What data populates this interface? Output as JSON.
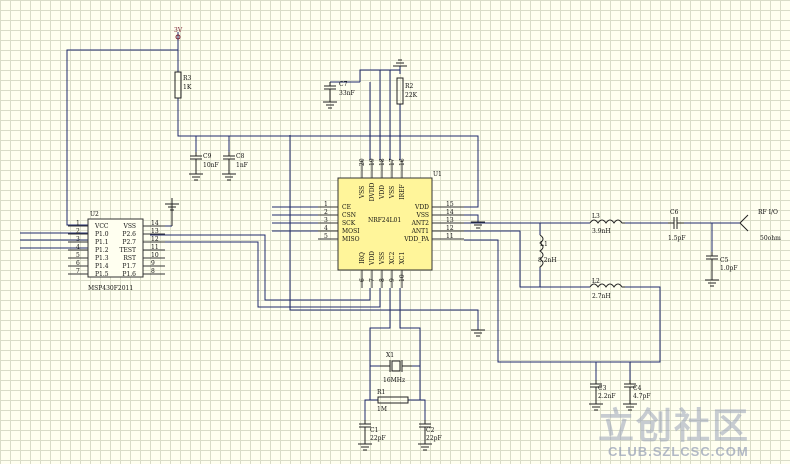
{
  "power": {
    "net": "3V"
  },
  "u1": {
    "ref": "U1",
    "name": "NRF24L01",
    "left_pins": [
      {
        "num": "1",
        "name": "CE"
      },
      {
        "num": "2",
        "name": "CSN"
      },
      {
        "num": "3",
        "name": "SCK"
      },
      {
        "num": "4",
        "name": "MOSI"
      },
      {
        "num": "5",
        "name": "MISO"
      }
    ],
    "right_pins": [
      {
        "num": "15",
        "name": "VDD"
      },
      {
        "num": "14",
        "name": "VSS"
      },
      {
        "num": "13",
        "name": "ANT2"
      },
      {
        "num": "12",
        "name": "ANT1"
      },
      {
        "num": "11",
        "name": "VDD_PA"
      }
    ],
    "top_pins": [
      {
        "num": "20",
        "name": "VSS"
      },
      {
        "num": "19",
        "name": "DVDD"
      },
      {
        "num": "18",
        "name": "VDD"
      },
      {
        "num": "17",
        "name": "VSS"
      },
      {
        "num": "16",
        "name": "IREF"
      }
    ],
    "bottom_pins": [
      {
        "num": "6",
        "name": "IRQ"
      },
      {
        "num": "7",
        "name": "VDD"
      },
      {
        "num": "8",
        "name": "VSS"
      },
      {
        "num": "9",
        "name": "XC2"
      },
      {
        "num": "10",
        "name": "XC1"
      }
    ]
  },
  "u2": {
    "ref": "U2",
    "name": "MSP430F2011",
    "left_pins": [
      {
        "num": "1",
        "name": "VCC"
      },
      {
        "num": "2",
        "name": "P1.0"
      },
      {
        "num": "3",
        "name": "P1.1"
      },
      {
        "num": "4",
        "name": "P1.2"
      },
      {
        "num": "5",
        "name": "P1.3"
      },
      {
        "num": "6",
        "name": "P1.4"
      },
      {
        "num": "7",
        "name": "P1.5"
      }
    ],
    "right_pins": [
      {
        "num": "14",
        "name": "VSS"
      },
      {
        "num": "13",
        "name": "P2.6"
      },
      {
        "num": "12",
        "name": "P2.7"
      },
      {
        "num": "11",
        "name": "TEST"
      },
      {
        "num": "10",
        "name": "RST"
      },
      {
        "num": "9",
        "name": "P1.7"
      },
      {
        "num": "8",
        "name": "P1.6"
      }
    ]
  },
  "components": {
    "r3": {
      "ref": "R3",
      "value": "1K"
    },
    "r2": {
      "ref": "R2",
      "value": "22K"
    },
    "r1": {
      "ref": "R1",
      "value": "1M"
    },
    "c7": {
      "ref": "C7",
      "value": "33nF"
    },
    "c9": {
      "ref": "C9",
      "value": "10nF"
    },
    "c8": {
      "ref": "C8",
      "value": "1nF"
    },
    "c1": {
      "ref": "C1",
      "value": "22pF"
    },
    "c2": {
      "ref": "C2",
      "value": "22pF"
    },
    "c3": {
      "ref": "C3",
      "value": "2.2nF"
    },
    "c4": {
      "ref": "C4",
      "value": "4.7pF"
    },
    "c5": {
      "ref": "C5",
      "value": "1.0pF"
    },
    "c6": {
      "ref": "C6",
      "value": "1.5pF"
    },
    "l1": {
      "ref": "L1",
      "value": "8.2nH"
    },
    "l2": {
      "ref": "L2",
      "value": "2.7nH"
    },
    "l3": {
      "ref": "L3",
      "value": "3.9nH"
    },
    "x1": {
      "ref": "X1",
      "value": "16MHz"
    },
    "ant": {
      "ref": "RF I/O",
      "value": "50ohm"
    }
  },
  "watermark": {
    "title": "立创社区",
    "url": "CLUB.SZLCSC.COM"
  }
}
